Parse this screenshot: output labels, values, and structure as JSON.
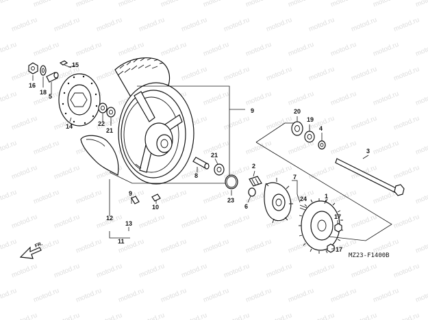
{
  "watermark": "motod.ru",
  "diagram_code": "MZ23-F1400B",
  "direction_label": "FR.",
  "callouts": {
    "c1": "1",
    "c2": "2",
    "c3": "3",
    "c4": "4",
    "c5": "5",
    "c6": "6",
    "c7": "7",
    "c8": "8",
    "c9": "9",
    "c10": "10",
    "c11": "11",
    "c12": "12",
    "c13": "13",
    "c14": "14",
    "c15": "15",
    "c16": "16",
    "c17a": "17",
    "c17b": "17",
    "c18": "18",
    "c19": "19",
    "c20": "20",
    "c21a": "21",
    "c21b": "21",
    "c22": "22",
    "c23": "23",
    "c24": "24"
  },
  "icons": {
    "wheel": "rear-wheel-icon",
    "tire": "tire-icon",
    "disc": "brake-disc-icon",
    "sprocket": "sprocket-icon",
    "axle": "axle-icon",
    "arrow": "front-direction-arrow-icon"
  }
}
